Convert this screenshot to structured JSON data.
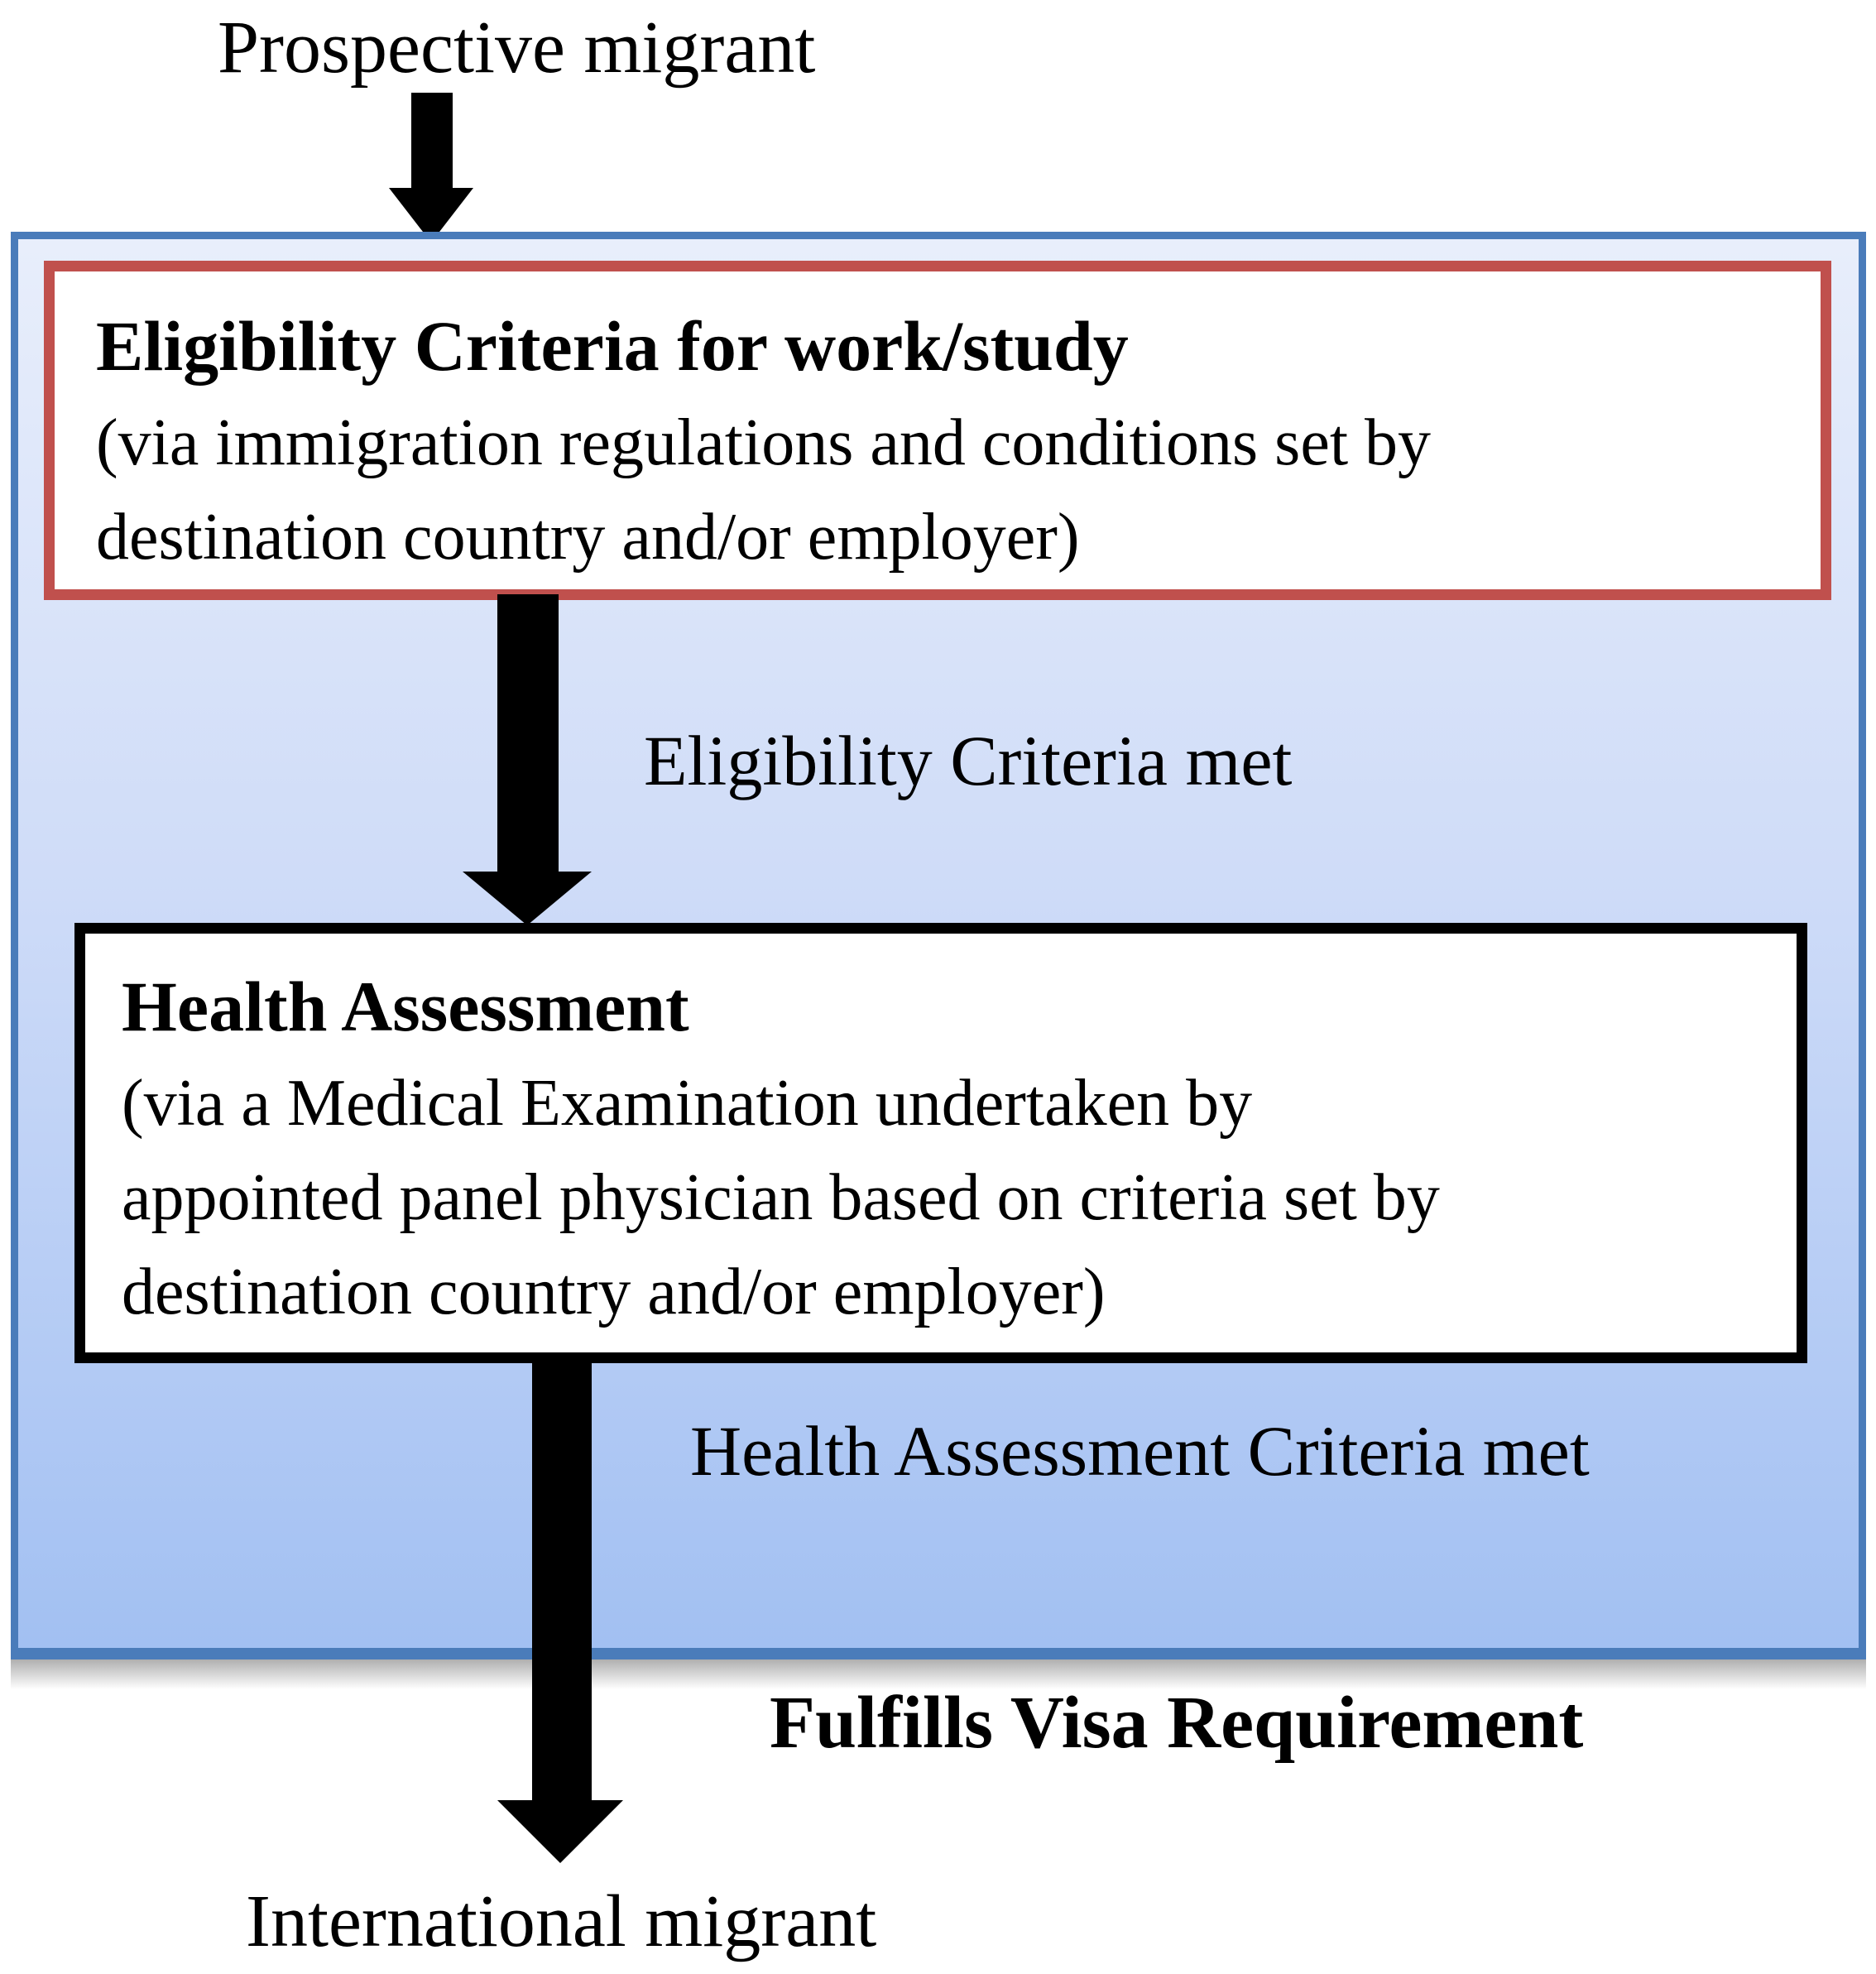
{
  "flow": {
    "start": "Prospective migrant",
    "end": "International migrant"
  },
  "eligibility_box": {
    "title": "Eligibility Criteria for work/study",
    "lines": [
      "(via immigration regulations and conditions set by",
      "destination country and/or employer)"
    ]
  },
  "health_box": {
    "title": "Health Assessment",
    "lines": [
      "(via a Medical Examination undertaken by",
      "appointed panel physician based on criteria set by",
      "destination country and/or employer)"
    ]
  },
  "labels": {
    "eligibility_met": "Eligibility Criteria met",
    "health_met": "Health Assessment Criteria met",
    "visa": "Fulfills Visa Requirement"
  },
  "colors": {
    "outer_border": "#4a7cba",
    "outer_fill_top": "#e8eefb",
    "outer_fill_mid": "#cfdcf8",
    "outer_fill_bottom": "#a2c0f2",
    "eligibility_border": "#c0504d",
    "health_border": "#000000",
    "arrow": "#000000"
  }
}
